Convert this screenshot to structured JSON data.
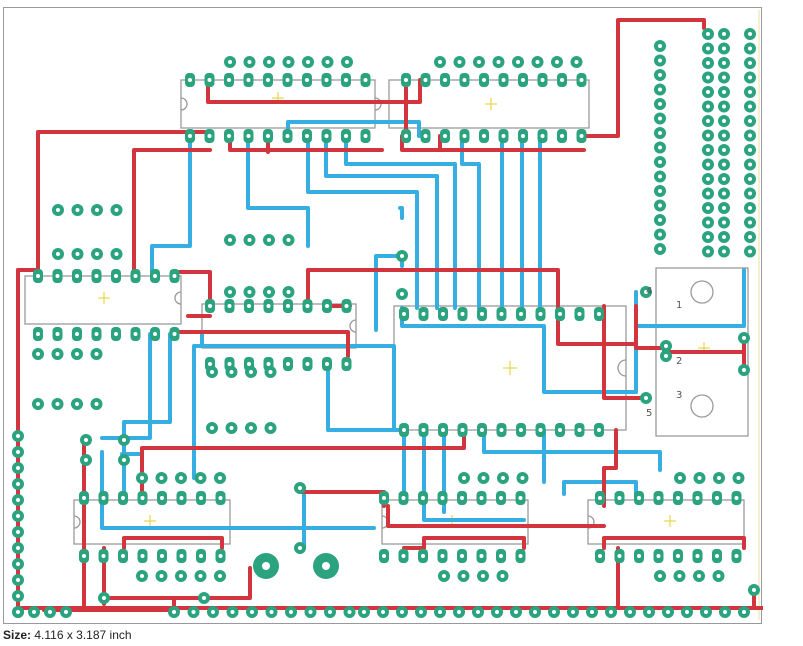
{
  "size": {
    "label": "Size:",
    "value": "4.116 x 3.187 inch"
  },
  "colors": {
    "top_trace": "#d2353d",
    "bottom_trace": "#37aee2",
    "pad": "#2aa37e",
    "outline": "#9a9a9a",
    "origin_mark": "#e8d44a"
  },
  "connector_pins": [
    "1",
    "2",
    "3",
    "4",
    "5"
  ]
}
